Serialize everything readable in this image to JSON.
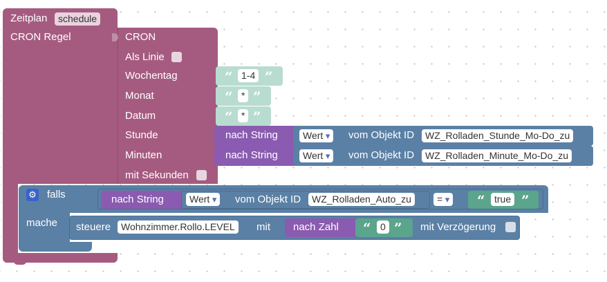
{
  "schedule": {
    "title": "Zeitplan",
    "title_field": "schedule",
    "cron_rule_label": "CRON Regel"
  },
  "cron": {
    "title": "CRON",
    "as_line_label": "Als Linie",
    "weekday_label": "Wochentag",
    "month_label": "Monat",
    "date_label": "Datum",
    "hour_label": "Stunde",
    "minute_label": "Minuten",
    "seconds_label": "mit Sekunden",
    "weekday_value": "1-4",
    "month_value": "*",
    "date_value": "*"
  },
  "hour_block": {
    "to_string_label": "nach String",
    "value_dropdown": "Wert",
    "object_label": "vom Objekt ID",
    "object_id": "WZ_Rolladen_Stunde_Mo-Do_zu"
  },
  "minute_block": {
    "to_string_label": "nach String",
    "value_dropdown": "Wert",
    "object_label": "vom Objekt ID",
    "object_id": "WZ_Rolladen_Minute_Mo-Do_zu"
  },
  "if_block": {
    "if_label": "falls",
    "do_label": "mache",
    "to_string_label": "nach String",
    "value_dropdown": "Wert",
    "object_label": "vom Objekt ID",
    "object_id": "WZ_Rolladen_Auto_zu",
    "operator": "=",
    "compare_value": "true"
  },
  "control_block": {
    "control_label": "steuere",
    "target": "Wohnzimmer.Rollo.LEVEL",
    "with_label": "mit",
    "to_number_label": "nach Zahl",
    "number_value": "0",
    "delay_label": "mit Verzögerung"
  },
  "colors": {
    "schedule": "#a55b80",
    "logic": "#5b80a5",
    "text": "#5ba58c",
    "text_light": "#b8dcd0",
    "conversion": "#8a5bb0",
    "dropdown_arrow": "#5a6fae"
  },
  "icons": {
    "quote_open": "“",
    "quote_close": "”",
    "gear": "⚙"
  }
}
